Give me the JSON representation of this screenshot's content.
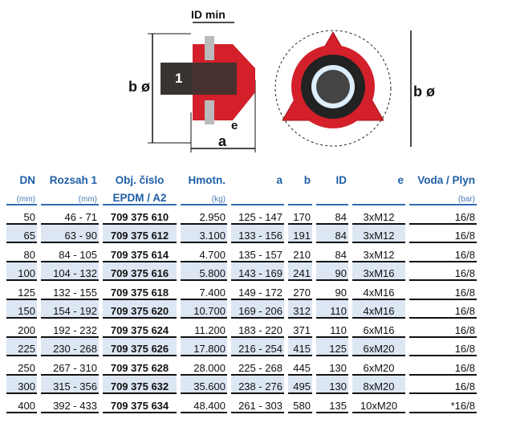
{
  "figure": {
    "label_id_min": "ID min",
    "label_b_left": "b ø",
    "label_b_right": "b ø",
    "label_1": "1",
    "label_e": "e",
    "label_a": "a",
    "colors": {
      "body": "#d3202a",
      "pipe": "#3a3330"
    }
  },
  "table": {
    "headers": [
      "DN",
      "Rozsah 1",
      "Obj. číslo",
      "Hmotn.",
      "a",
      "b",
      "ID",
      "e",
      "Voda / Plyn"
    ],
    "units": [
      "(mm)",
      "(mm)",
      "EPDM / A2",
      "(kg)",
      "",
      "",
      "",
      "",
      "(bar)"
    ],
    "rows": [
      [
        "50",
        "46 - 71",
        "709 375 610",
        "2.950",
        "125 - 147",
        "170",
        "84",
        "3xM12",
        "16/8"
      ],
      [
        "65",
        "63 - 90",
        "709 375 612",
        "3.100",
        "133 - 156",
        "191",
        "84",
        "3xM12",
        "16/8"
      ],
      [
        "80",
        "84 - 105",
        "709 375 614",
        "4.700",
        "135 - 157",
        "210",
        "84",
        "3xM12",
        "16/8"
      ],
      [
        "100",
        "104 - 132",
        "709 375 616",
        "5.800",
        "143 - 169",
        "241",
        "90",
        "3xM16",
        "16/8"
      ],
      [
        "125",
        "132 - 155",
        "709 375 618",
        "7.400",
        "149 - 172",
        "270",
        "90",
        "4xM16",
        "16/8"
      ],
      [
        "150",
        "154 - 192",
        "709 375 620",
        "10.700",
        "169 - 206",
        "312",
        "110",
        "4xM16",
        "16/8"
      ],
      [
        "200",
        "192 - 232",
        "709 375 624",
        "11.200",
        "183 - 220",
        "371",
        "110",
        "6xM16",
        "16/8"
      ],
      [
        "225",
        "230 - 268",
        "709 375 626",
        "17.800",
        "216 - 254",
        "415",
        "125",
        "6xM20",
        "16/8"
      ],
      [
        "250",
        "267 - 310",
        "709 375 628",
        "28.000",
        "225 - 268",
        "445",
        "130",
        "6xM20",
        "16/8"
      ],
      [
        "300",
        "315 - 356",
        "709 375 632",
        "35.600",
        "238 - 276",
        "495",
        "130",
        "8xM20",
        "16/8"
      ],
      [
        "400",
        "392 - 433",
        "709 375 634",
        "48.400",
        "261 - 303",
        "580",
        "135",
        "10xM20",
        "*16/8"
      ]
    ]
  }
}
